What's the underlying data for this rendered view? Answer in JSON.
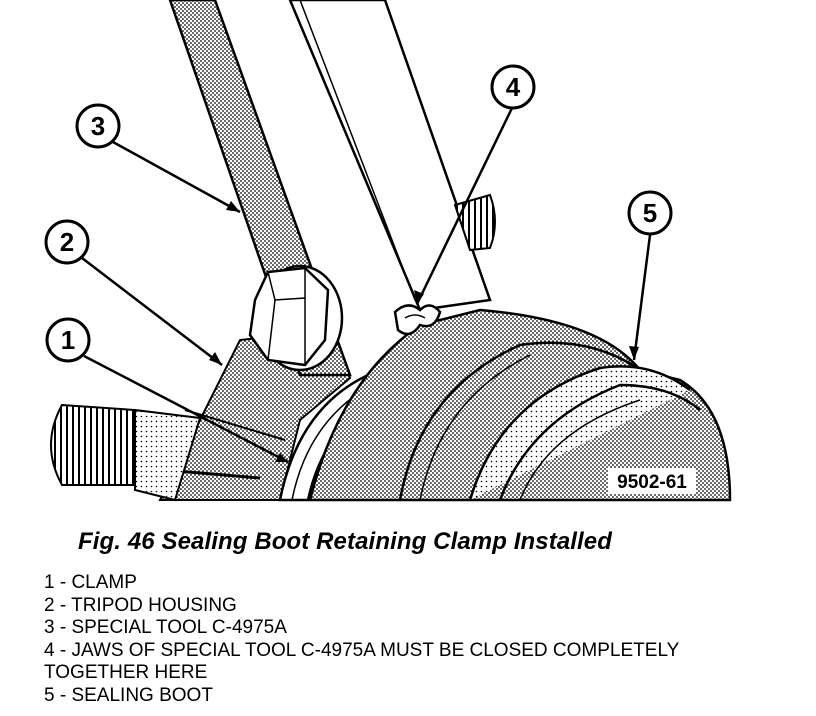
{
  "figure_id": "9502-61",
  "callouts": [
    "1",
    "2",
    "3",
    "4",
    "5"
  ],
  "caption": "Fig. 46 Sealing Boot Retaining Clamp Installed",
  "legend": [
    "1 - CLAMP",
    "2 - TRIPOD HOUSING",
    "3 - SPECIAL TOOL C-4975A",
    "4 - JAWS OF SPECIAL TOOL C-4975A MUST BE CLOSED COMPLETELY TOGETHER HERE",
    "5 - SEALING BOOT"
  ]
}
